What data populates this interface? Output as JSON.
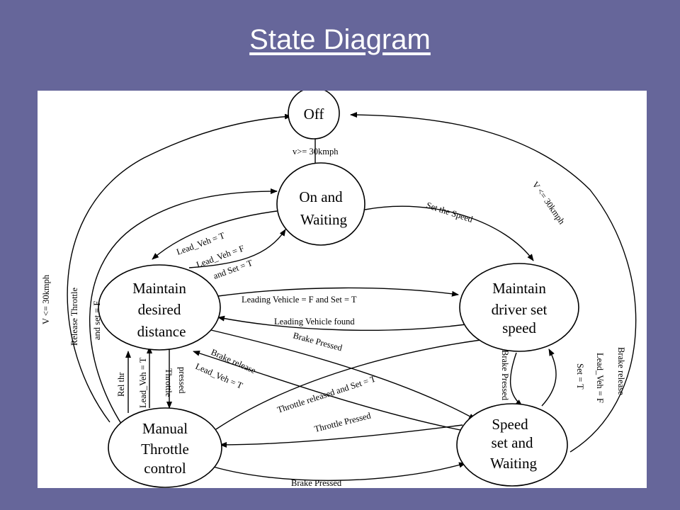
{
  "title": "State Diagram",
  "states": {
    "off": [
      "Off"
    ],
    "on_waiting": [
      "On and",
      "Waiting"
    ],
    "maintain_distance": [
      "Maintain",
      "desired",
      "distance"
    ],
    "maintain_speed": [
      "Maintain",
      "driver set",
      "speed"
    ],
    "manual_throttle": [
      "Manual",
      "Throttle",
      "control"
    ],
    "speed_set_waiting": [
      "Speed",
      "set and",
      "Waiting"
    ]
  },
  "labels": {
    "off_to_on": "v>= 30kmph",
    "set_speed": "Set the Speed",
    "v_lt_30_right": "V <= 30kmph",
    "lead_veh_t": "Lead_Veh = T",
    "lead_veh_f": "Lead_Veh = F",
    "and_set_t": "and Set = T",
    "leading_f_set_t": "Leading Vehicle = F  and Set = T",
    "leading_found": "Leading Vehicle found",
    "v_lt_30_left": "V <= 30kmph",
    "release_throttle": "Release Throttle",
    "and_set_f": "and set = F",
    "rel_thr": "Rel thr",
    "lead_veh_t_vert": "Lead_Veh = T",
    "throttle": "Throttle",
    "pressed": "pressed",
    "brake_pressed_diag": "Brake Pressed",
    "brake_release_diag": "Brake release",
    "lead_veh_t_diag": "Lead_Veh = T",
    "throttle_released_set": "Throttle released and Set = T",
    "throttle_pressed": "Throttle Pressed",
    "brake_pressed_vert": "Brake Pressed",
    "lead_veh_f_vert": "Lead_Veh = F",
    "set_t_vert": "Set = T",
    "brake_release_vert": "Brake release",
    "brake_pressed_bottom": "Brake Pressed"
  }
}
